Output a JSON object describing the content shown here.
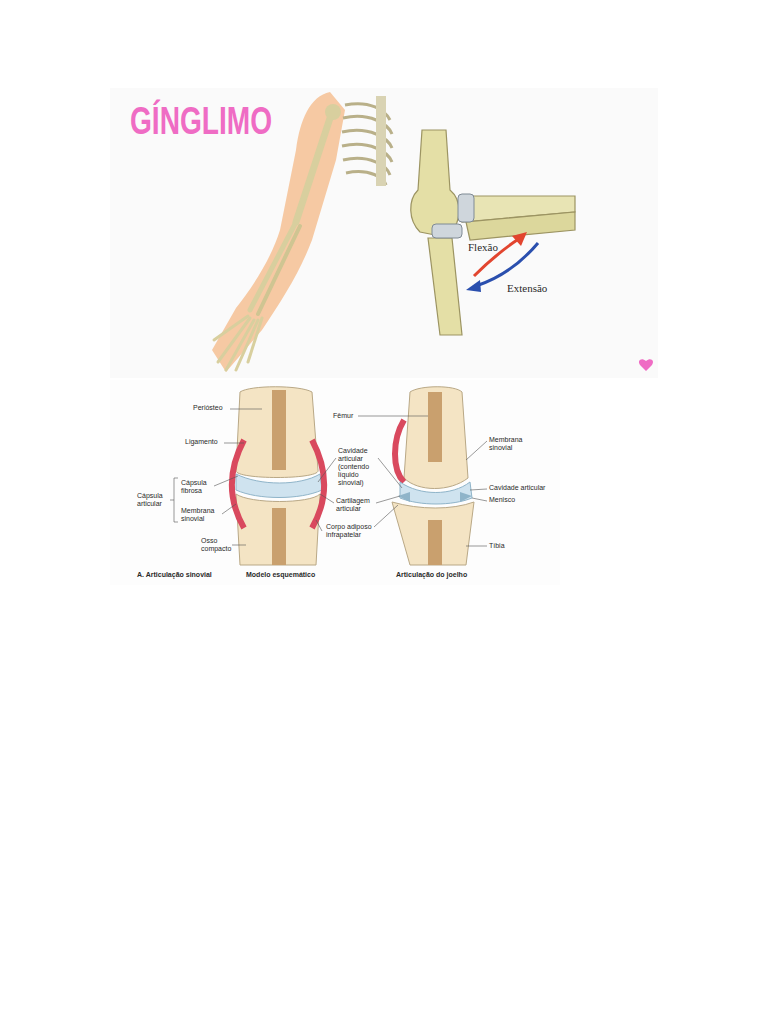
{
  "diagram": {
    "title": "GÍNGLIMO",
    "labels": [
      "Flexão",
      "Extensão",
      "Periósteo",
      "Ligamento",
      "Cápsula fibrosa",
      "Cápsula articular",
      "Membrana sinovial",
      "Osso compacto",
      "Fêmur",
      "Cavidade articular (contendo líquido sinovial)",
      "Cartilagem articular",
      "Corpo adiposo infrapatelar",
      "Membrana sinovial",
      "Cavidade articular",
      "Menisco",
      "Tíbia",
      "A. Articulação sinovial",
      "Modelo esquemático",
      "Articulação do joelho"
    ]
  }
}
